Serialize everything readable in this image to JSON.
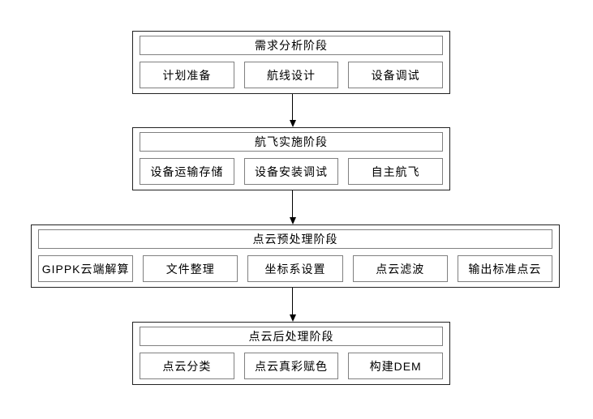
{
  "diagram": {
    "type": "flowchart",
    "direction": "top-down",
    "colors": {
      "background": "#ffffff",
      "outer_border": "#222222",
      "inner_border": "#808080",
      "text": "#000000",
      "arrow": "#000000"
    },
    "stages": [
      {
        "title": "需求分析阶段",
        "steps": [
          "计划准备",
          "航线设计",
          "设备调试"
        ]
      },
      {
        "title": "航飞实施阶段",
        "steps": [
          "设备运输存储",
          "设备安装调试",
          "自主航飞"
        ]
      },
      {
        "title": "点云预处理阶段",
        "steps": [
          "GIPPK云端解算",
          "文件整理",
          "坐标系设置",
          "点云滤波",
          "输出标准点云"
        ]
      },
      {
        "title": "点云后处理阶段",
        "steps": [
          "点云分类",
          "点云真彩赋色",
          "构建DEM"
        ]
      }
    ],
    "connectors": [
      {
        "from": "需求分析阶段",
        "to": "航飞实施阶段",
        "style": "arrow-down"
      },
      {
        "from": "航飞实施阶段",
        "to": "点云预处理阶段",
        "style": "arrow-down"
      },
      {
        "from": "点云预处理阶段",
        "to": "点云后处理阶段",
        "style": "arrow-down"
      }
    ]
  }
}
